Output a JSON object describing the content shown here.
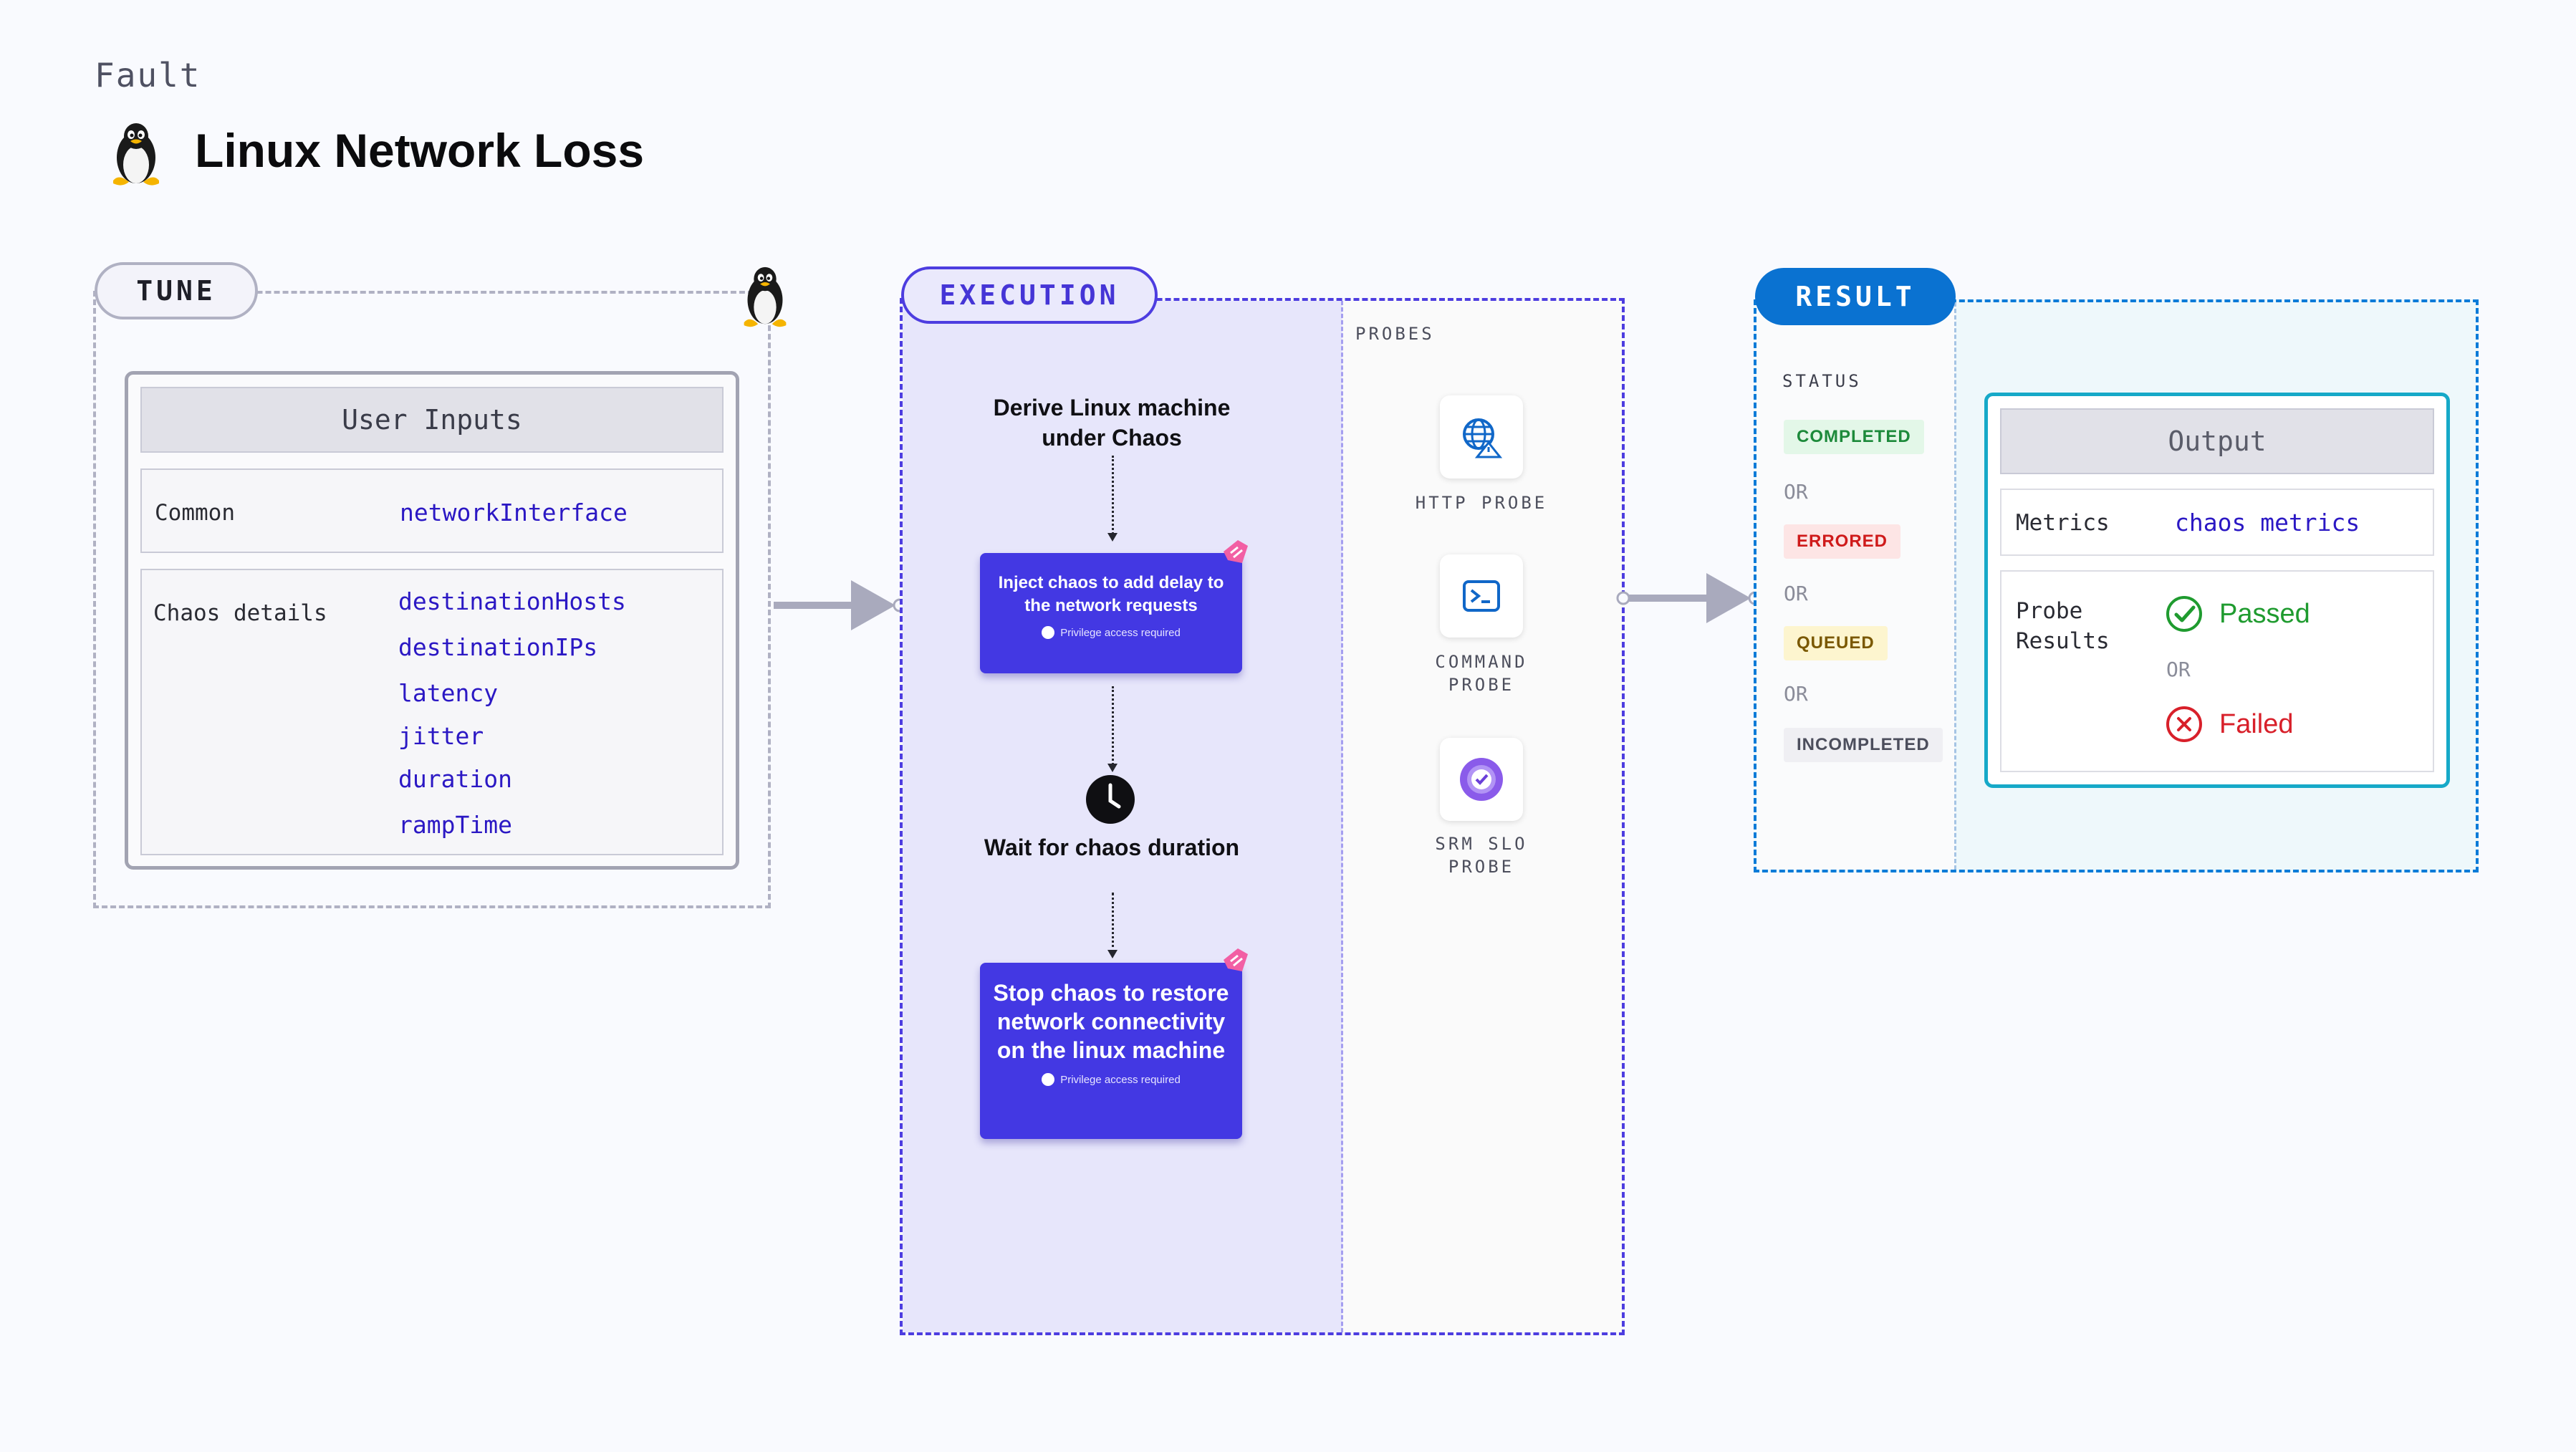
{
  "header": {
    "kind": "Fault",
    "title": "Linux Network Loss",
    "icon": "linux-penguin-icon"
  },
  "tune": {
    "label": "TUNE",
    "inputs_title": "User Inputs",
    "common_label": "Common",
    "common_params": [
      "networkInterface"
    ],
    "chaos_label": "Chaos details",
    "chaos_params": [
      "destinationHosts",
      "destinationIPs",
      "latency",
      "jitter",
      "duration",
      "rampTime"
    ]
  },
  "execution": {
    "label": "EXECUTION",
    "step1": "Derive Linux machine under Chaos",
    "card1": "Inject chaos to add delay to the network requests",
    "privilege": "Privilege access required",
    "step2": "Wait for chaos duration",
    "card2": "Stop chaos to restore network connectivity on the linux machine",
    "probes_label": "PROBES",
    "probes": [
      "HTTP PROBE",
      "COMMAND PROBE",
      "SRM SLO PROBE"
    ]
  },
  "result": {
    "label": "RESULT",
    "status_label": "STATUS",
    "statuses": [
      "COMPLETED",
      "ERRORED",
      "QUEUED",
      "INCOMPLETED"
    ],
    "or_text": "OR",
    "output_title": "Output",
    "metrics_label": "Metrics",
    "metrics_value": "chaos metrics",
    "probe_results_label": "Probe Results",
    "passed": "Passed",
    "failed": "Failed"
  },
  "colors": {
    "execution_accent": "#4338e3",
    "result_accent": "#0a72d1",
    "param_text": "#2b18c4",
    "completed_bg": "#e3f7e8",
    "completed_fg": "#1d8a3b",
    "errored_bg": "#fde5e5",
    "errored_fg": "#cf1b1b",
    "queued_bg": "#fdf5cf",
    "queued_fg": "#7a5800",
    "incompleted_bg": "#efeff3",
    "incompleted_fg": "#4c4e5c",
    "passed": "#1f9b2f",
    "failed": "#d8202a"
  }
}
